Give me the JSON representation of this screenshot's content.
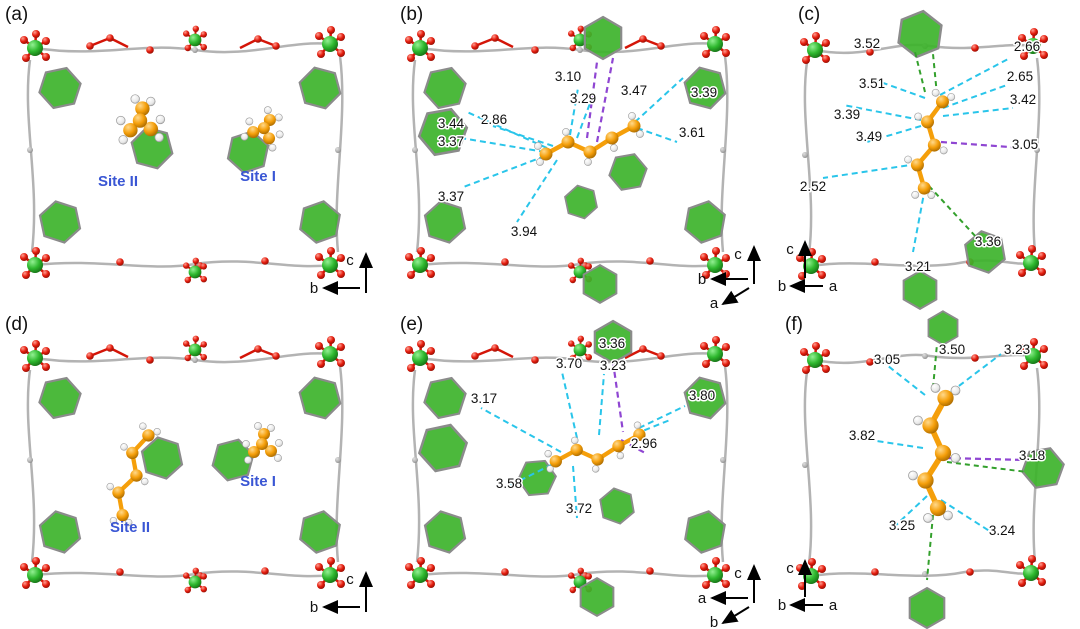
{
  "figure": {
    "panels": [
      {
        "label": "(a)",
        "sites": {
          "site2": "Site II",
          "site1": "Site I"
        },
        "axes": {
          "up": "c",
          "left": "b"
        }
      },
      {
        "label": "(b)",
        "distances": [
          "3.10",
          "3.29",
          "3.47",
          "3.39",
          "3.44",
          "2.86",
          "3.37",
          "3.61",
          "3.37",
          "3.94"
        ],
        "axes": {
          "up": "c",
          "left": "b",
          "third": "a"
        }
      },
      {
        "label": "(c)",
        "distances": [
          "3.52",
          "2.66",
          "3.51",
          "2.65",
          "3.42",
          "3.39",
          "3.49",
          "3.05",
          "2.52",
          "3.36",
          "3.21"
        ],
        "axes": {
          "up": "c",
          "left": "b",
          "third": "a"
        }
      },
      {
        "label": "(d)",
        "sites": {
          "site2": "Site II",
          "site1": "Site I"
        },
        "axes": {
          "up": "c",
          "left": "b"
        }
      },
      {
        "label": "(e)",
        "distances": [
          "3.36",
          "3.70",
          "3.23",
          "3.17",
          "3.80",
          "2.96",
          "3.58",
          "3.72"
        ],
        "axes": {
          "up": "c",
          "left": "a",
          "third": "b"
        }
      },
      {
        "label": "(f)",
        "distances": [
          "3.50",
          "3.23",
          "3.05",
          "3.82",
          "3.18",
          "3.25",
          "3.24"
        ],
        "axes": {
          "up": "c",
          "left": "b",
          "third": "a"
        }
      }
    ],
    "colors": {
      "metal_green": "#2eb82e",
      "oxygen_red": "#e41b0c",
      "carbon_gray": "#b4b4b4",
      "guest_orange": "#f59f0a",
      "hydrogen_white": "#f2f2f2",
      "phenyl_green": "#3db32b",
      "contact_cyan": "#29c5ea",
      "contact_purple": "#8f46d2",
      "contact_green": "#33a02c",
      "site_label_blue": "#3a56d4",
      "background": "#ffffff"
    }
  }
}
